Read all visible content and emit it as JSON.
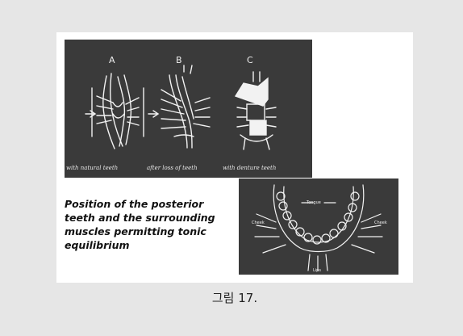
{
  "panels": {
    "top": {
      "labels": [
        "A",
        "B",
        "C"
      ],
      "captions": [
        "with natural teeth",
        "after loss of teeth",
        "with denture teeth"
      ]
    },
    "bottom": {
      "labels": {
        "tongue": "Tongue",
        "cheek_left": "Cheek",
        "cheek_right": "Cheek",
        "lips": "Lips"
      }
    }
  },
  "description": "Position of the posterior teeth and the surrounding muscles permitting tonic equilibrium",
  "figure_caption": "그림 17.",
  "colors": {
    "panel_bg": "#3a3a3a",
    "page_bg": "#e6e6e6",
    "card_bg": "#ffffff",
    "stroke": "#f2f2f2"
  }
}
